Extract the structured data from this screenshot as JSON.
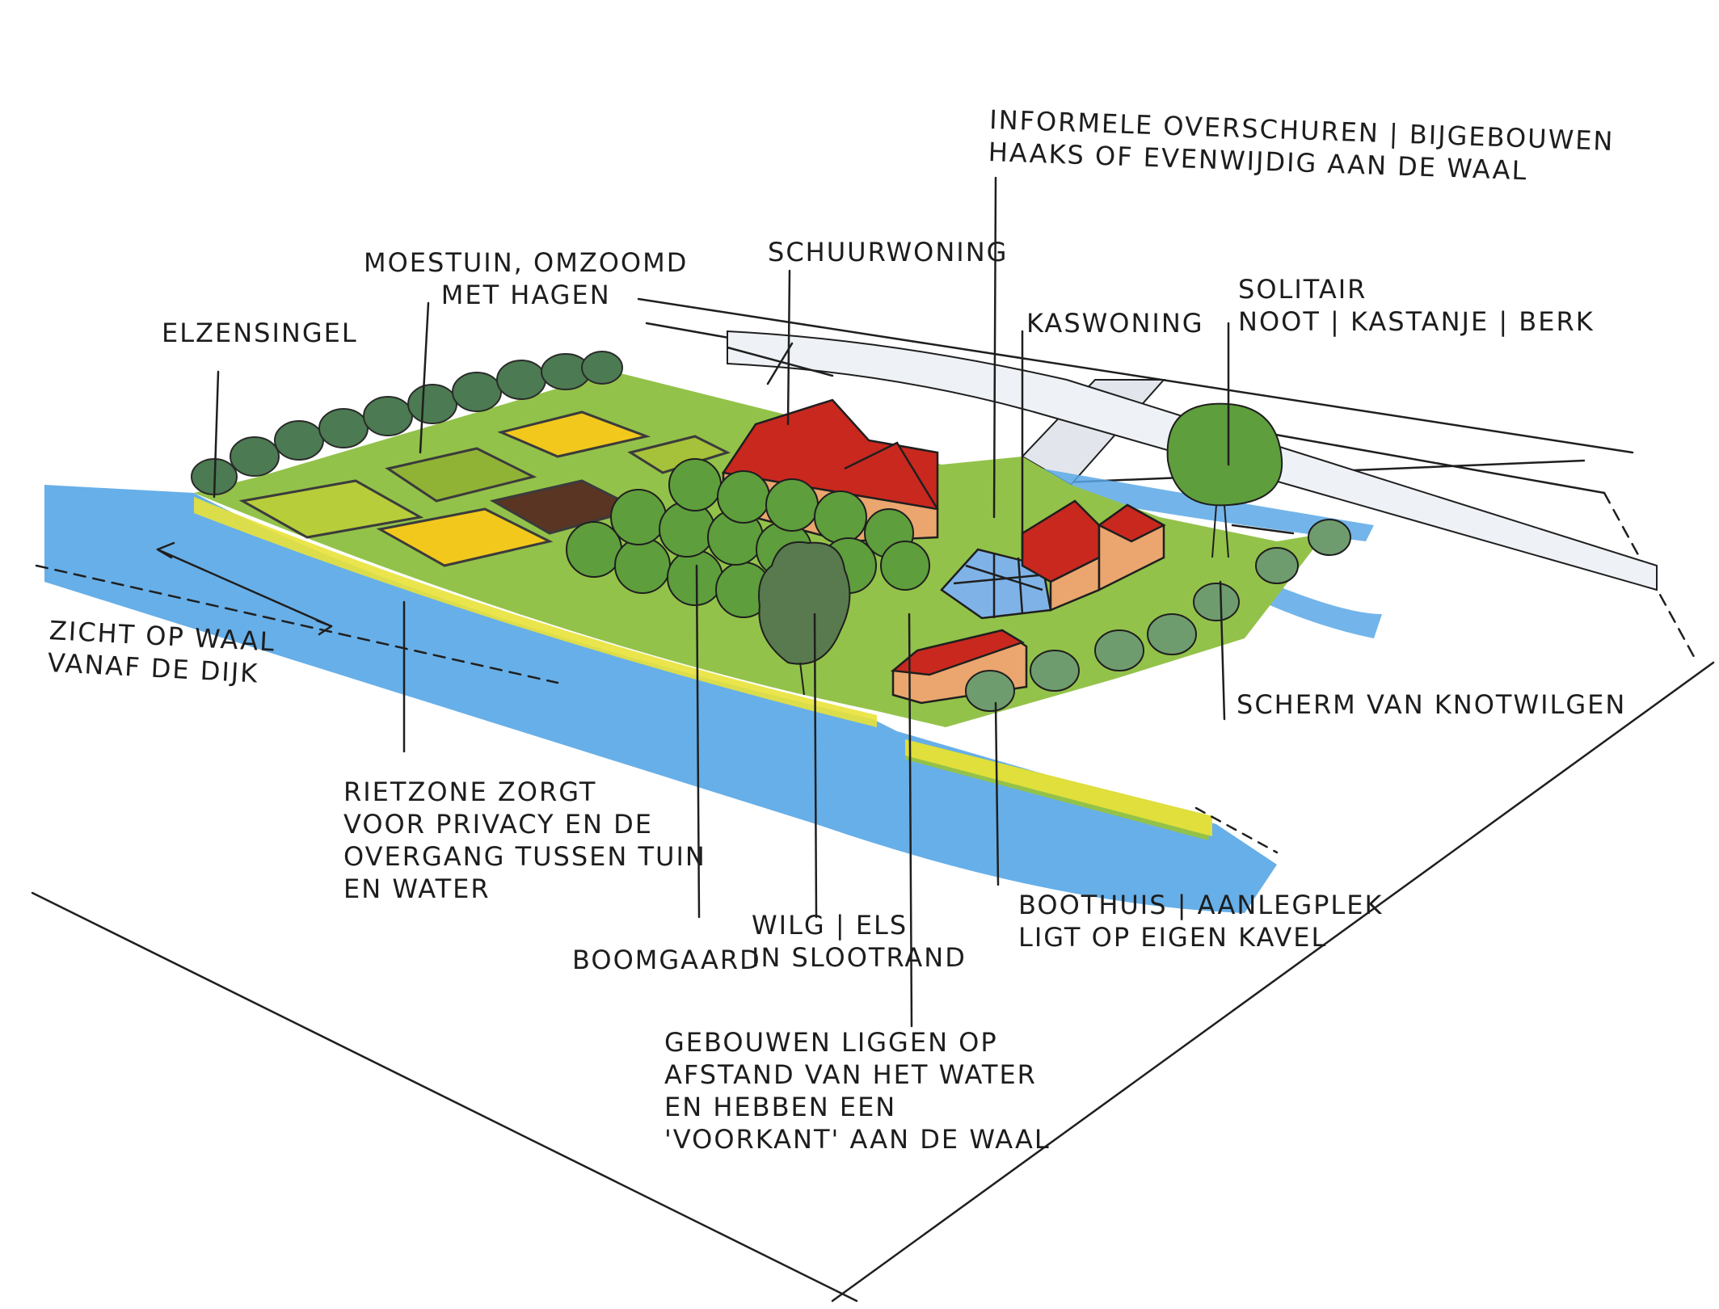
{
  "labels": {
    "informele_overschuren": "INFORMELE OVERSCHUREN | BIJGEBOUWEN\nHAAKS OF EVENWIJDIG AAN DE WAAL",
    "schuurwoning": "SCHUURWONING",
    "moestuin": "MOESTUIN, OMZOOMD\nMET HAGEN",
    "elzensingel": "ELZENSINGEL",
    "kaswoning": "KASWONING",
    "solitair": "SOLITAIR\nNOOT | KASTANJE | BERK",
    "zicht": "ZICHT OP WAAL\nVANAF DE DIJK",
    "scherm": "SCHERM VAN KNOTWILGEN",
    "rietzone": "RIETZONE ZORGT\nVOOR PRIVACY EN DE\nOVERGANG TUSSEN TUIN\nEN WATER",
    "boomgaard": "BOOMGAARD",
    "wilgels": "WILG | ELS\nIN SLOOTRAND",
    "boothuis": "BOOTHUIS | AANLEGPLEK\nLIGT OP EIGEN KAVEL",
    "gebouwen": "GEBOUWEN LIGGEN OP\nAFSTAND VAN HET WATER\nEN HEBBEN EEN\n'VOORKANT' AAN DE WAAL"
  },
  "colors": {
    "water": "#5aa8e6",
    "grass": "#93c24a",
    "hedge": "#4c7a52",
    "yellow_field": "#f2c81c",
    "light_field": "#b7cd3a",
    "dark_field": "#5a3524",
    "roof": "#c9281f",
    "wall": "#eaa66e",
    "tree": "#5e9e3c",
    "reed": "#e9e23a",
    "glass": "#7fb3e8",
    "path": "#e2e6ec"
  }
}
